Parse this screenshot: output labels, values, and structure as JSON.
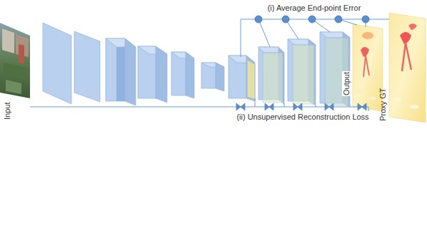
{
  "diagram": {
    "labels": [
      "(i) Average End-point Error",
      "(ii) Unsupervised Reconstruction Loss",
      "Input",
      "Output",
      "Proxy GT"
    ]
  }
}
